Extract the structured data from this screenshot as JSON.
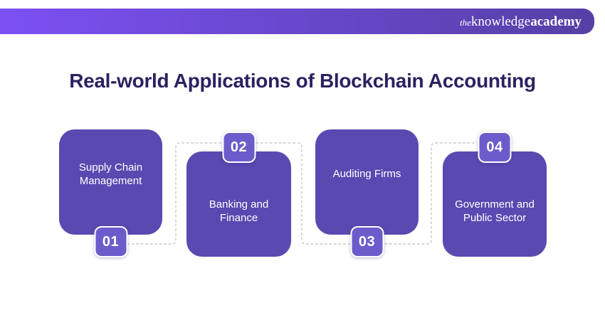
{
  "header": {
    "logo": {
      "the": "the",
      "knowledge": "knowledge",
      "academy": "academy"
    }
  },
  "title": "Real-world Applications of Blockchain Accounting",
  "cards": [
    {
      "number": "01",
      "label": "Supply Chain Management",
      "badge_position": "bottom"
    },
    {
      "number": "02",
      "label": "Banking and Finance",
      "badge_position": "top"
    },
    {
      "number": "03",
      "label": "Auditing Firms",
      "badge_position": "bottom"
    },
    {
      "number": "04",
      "label": "Government and Public Sector",
      "badge_position": "top"
    }
  ],
  "colors": {
    "header_gradient_left": "#7C50F3",
    "header_gradient_right": "#5540A5",
    "title_text": "#2A2261",
    "card_fill": "#5A49B1",
    "badge_fill": "#6C5CCB",
    "badge_border": "#FFFFFF",
    "card_text": "#FFFFFF",
    "connector_dash": "#CBCBCB"
  }
}
